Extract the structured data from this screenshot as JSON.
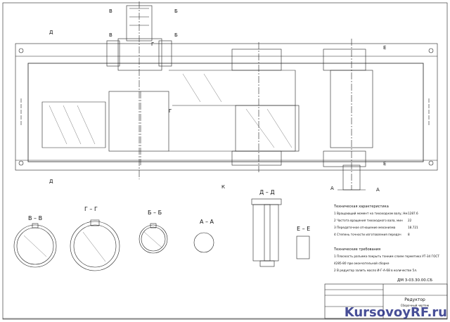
{
  "views": {
    "section_vv": "В – В",
    "section_gg": "Г – Г",
    "section_bb": "Б – Б",
    "section_aa": "А – А",
    "section_dd": "Д – Д",
    "section_ee": "Е – Е",
    "cut_letters": [
      "Д",
      "Д",
      "В",
      "В",
      "Б",
      "Б",
      "Г",
      "Г",
      "Е",
      "Е",
      "А",
      "А",
      "К"
    ]
  },
  "tech_char": {
    "title": "Техническая характеристика",
    "items": [
      {
        "label": "1 Вращающий момент на тихоходном валу, Нм",
        "value": "1287.6"
      },
      {
        "label": "2 Частота вращения тихоходного вала, мин",
        "value": "22"
      },
      {
        "label": "3 Передаточное отношение механизма",
        "value": "18.721"
      },
      {
        "label": "4 Степень точности изготовления передач",
        "value": "8"
      }
    ]
  },
  "tech_req": {
    "title": "Технические требования",
    "items": [
      "1 Плоскость разъема покрыть тонким слоем герметика УТ-34 ГОСТ",
      "4285-80 при окончательной сборке",
      "2 В редуктор залить масло И-Г-А-68 в количестве 5л."
    ]
  },
  "title_block": {
    "doc_code": "ДМ 3-03.30.00.СБ",
    "name": "Редуктор",
    "sub": "Сборочный чертеж"
  },
  "watermark": {
    "text": "KursovoyRF.ru"
  }
}
